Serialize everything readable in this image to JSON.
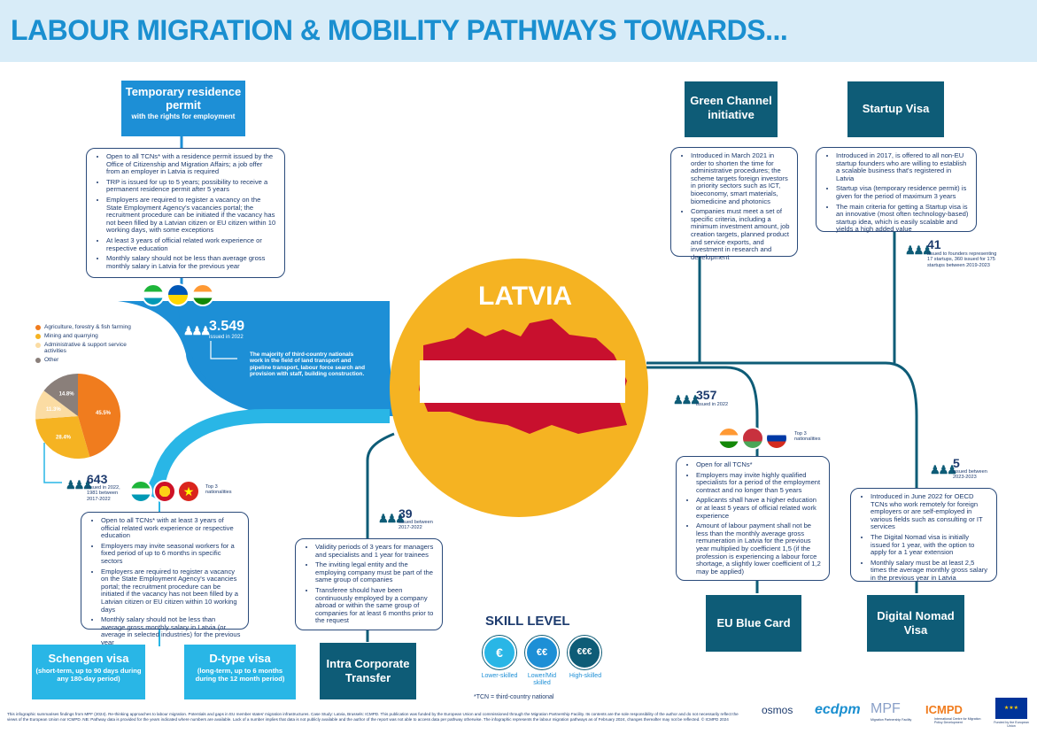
{
  "header": {
    "title": "LABOUR MIGRATION & MOBILITY PATHWAYS TOWARDS..."
  },
  "center": {
    "label": "LATVIA"
  },
  "trp": {
    "title": "Temporary residence permit",
    "subtitle": "with the rights for employment",
    "bullets": [
      "Open to all TCNs* with a residence permit issued by the Office of Citizenship and Migration Affairs; a job offer from an employer in Latvia is required",
      "TRP is issued for up to 5 years; possibility to receive a permanent residence permit after 5 years",
      "Employers are required to register a vacancy on the State Employment Agency's vacancies portal; the recruitment procedure can be initiated if the vacancy has not been filled by a Latvian citizen or EU citizen within 10 working days, with some exceptions",
      "At least 3 years of official related work experience or respective education",
      "Monthly salary should not be less than average gross monthly salary in Latvia for the previous year"
    ],
    "top3": "Top 3 nationalities",
    "count": "3.549",
    "count_note": "issued in 2022",
    "sector_note": "The majority of third-country nationals work in the field of land transport and pipeline transport, labour force search and provision with staff, building construction."
  },
  "pie": {
    "legend": [
      {
        "label": "Agriculture, forestry & fish farming",
        "color": "#f07c1e"
      },
      {
        "label": "Mining and quarrying",
        "color": "#f5b322"
      },
      {
        "label": "Administrative & support service activities",
        "color": "#fbdca3"
      },
      {
        "label": "Other",
        "color": "#8a7f7a"
      }
    ],
    "slices": [
      {
        "label": "45.5%",
        "value": 45.5,
        "color": "#f07c1e"
      },
      {
        "label": "28.4%",
        "value": 28.4,
        "color": "#f5b322"
      },
      {
        "label": "11.3%",
        "value": 11.3,
        "color": "#fbdca3"
      },
      {
        "label": "14.8%",
        "value": 14.8,
        "color": "#8a7f7a"
      }
    ]
  },
  "seasonal": {
    "count": "643",
    "count_note": "issued in 2022, 1981 between 2017-2022",
    "top3": "Top 3 nationalities",
    "bullets": [
      "Open to all TCNs* with at least 3 years of official related work experience or respective education",
      "Employers may invite seasonal workers for a fixed period of up to 6 months in specific sectors",
      "Employers are required to register a vacancy on the State Employment Agency's vacancies portal; the recruitment procedure can be initiated if the vacancy has not been filled by a Latvian citizen or EU citizen within 10 working days",
      "Monthly salary should not be less than average gross monthly salary in Latvia (or average in selected industries) for the previous year"
    ]
  },
  "schengen": {
    "title": "Schengen visa",
    "sub": "(short-term, up to 90 days during any 180-day period)"
  },
  "dtype": {
    "title": "D-type visa",
    "sub": "(long-term, up to 6 months during the 12 month period)"
  },
  "ict": {
    "title": "Intra Corporate Transfer",
    "count": "39",
    "count_note": "issued between 2017-2022",
    "bullets": [
      "Validity periods of 3 years for managers and specialists and 1 year for trainees",
      "The inviting legal entity and the employing company must be part of the same group of companies",
      "Transferee should have been continuously employed by a company abroad or within the same group of companies for at least 6 months prior to the request"
    ]
  },
  "skill": {
    "title": "SKILL LEVEL",
    "levels": [
      "Lower-skilled",
      "Lower/Mid skilled",
      "High-skilled"
    ],
    "tcn_note": "*TCN = third-country national"
  },
  "green": {
    "title": "Green Channel initiative",
    "bullets": [
      "Introduced in March 2021 in order to shorten the time for administrative procedures; the scheme targets foreign investors in priority sectors such as ICT, bioeconomy, smart materials, biomedicine and photonics",
      "Companies must meet a set of specific criteria, including a minimum investment amount, job creation targets, planned product and service exports, and investment in research and development"
    ]
  },
  "startup": {
    "title": "Startup Visa",
    "bullets": [
      "Introduced in 2017, is offered to all non-EU startup founders who are willing to establish a scalable business that's registered in Latvia",
      "Startup visa (temporary residence permit) is given for the period of maximum 3 years",
      "The main criteria for getting a Startup visa is an innovative (most often technology-based) startup idea, which is easily scalable and yields a high added value"
    ],
    "count": "41",
    "count_note": "issued to founders representing 17 startups, 360 issued for 175 startups between 2019-2023"
  },
  "bluecard": {
    "title": "EU Blue Card",
    "count": "357",
    "count_note": "issued in 2022",
    "top3": "Top 3 nationalities",
    "bullets": [
      "Open for all TCNs*",
      "Employers may invite highly qualified specialists for a period of the employment contract and no longer than 5 years",
      "Applicants shall have a higher education or at least 5 years of official related work experience",
      "Amount of labour payment shall not be less than the monthly average gross remuneration in Latvia for the previous year multiplied by coefficient 1,5 (if the profession is experiencing a labour force shortage, a slightly lower coefficient of 1,2 may be applied)"
    ]
  },
  "nomad": {
    "title": "Digital Nomad Visa",
    "count": "5",
    "count_note": "issued between 2023-2023",
    "bullets": [
      "Introduced in June 2022 for OECD TCNs who work remotely for foreign employers or are self-employed in various fields such as consulting or IT services",
      "The Digital Nomad visa is initially issued for 1 year, with the option to apply for a 1 year extension",
      "Monthly salary must be at least 2,5 times the average monthly gross salary in the previous year in Latvia"
    ]
  },
  "footer": {
    "text": "This infographic summarises findings from MPF (2024). Re-thinking approaches to labour migration. Potentials and gaps in EU member states' migration infrastructures. Case Study: Latvia, Brussels: ICMPD. This publication was funded by the European Union and commissioned through the Migration Partnership Facility. Its contents are the sole responsibility of the author and do not necessarily reflect the views of the European Union nor ICMPD. NB: Pathway data is provided for the years indicated where numbers are available. Lack of a number implies that data is not publicly available and the author of the report was not able to access data per pathway otherwise. The infographic represents the labour migration pathways as of February 2024, changes thereafter may not be reflected. © ICMPD 2024",
    "logos": [
      "osmos",
      "ecdpm",
      "MPF",
      "ICMPD"
    ],
    "mpf_sub": "Migration Partnership Facility",
    "icmpd_sub": "International Centre for Migration Policy Development",
    "eu_label": "Funded by the European Union"
  },
  "colors": {
    "blue": "#1d8fd6",
    "teal": "#0e5c77",
    "yellow": "#f5b322",
    "cyan": "#29b6e6",
    "red": "#c8102e"
  }
}
